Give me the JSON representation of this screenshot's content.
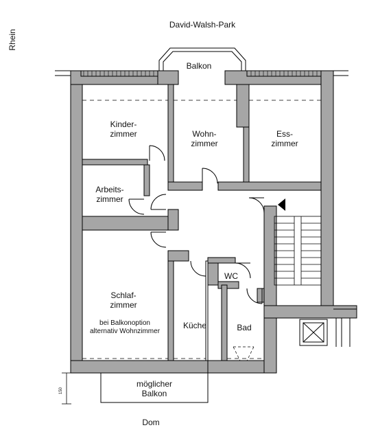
{
  "orientation": {
    "north": "David-Walsh-Park",
    "south": "Dom",
    "west": "Rhein"
  },
  "rooms": {
    "balkon_top": "Balkon",
    "kinder_1": "Kinder-",
    "kinder_2": "zimmer",
    "wohn_1": "Wohn-",
    "wohn_2": "zimmer",
    "ess_1": "Ess-",
    "ess_2": "zimmer",
    "arbeits_1": "Arbeits-",
    "arbeits_2": "zimmer",
    "schlaf_1": "Schlaf-",
    "schlaf_2": "zimmer",
    "schlaf_note_1": "bei Balkonoption",
    "schlaf_note_2": "alternativ Wohnzimmer",
    "kueche": "Küche",
    "wc": "WC",
    "bad": "Bad",
    "balkon_opt_1": "möglicher",
    "balkon_opt_2": "Balkon"
  },
  "dimension": "150",
  "colors": {
    "wall": "#a6a6a6",
    "line": "#000000"
  }
}
